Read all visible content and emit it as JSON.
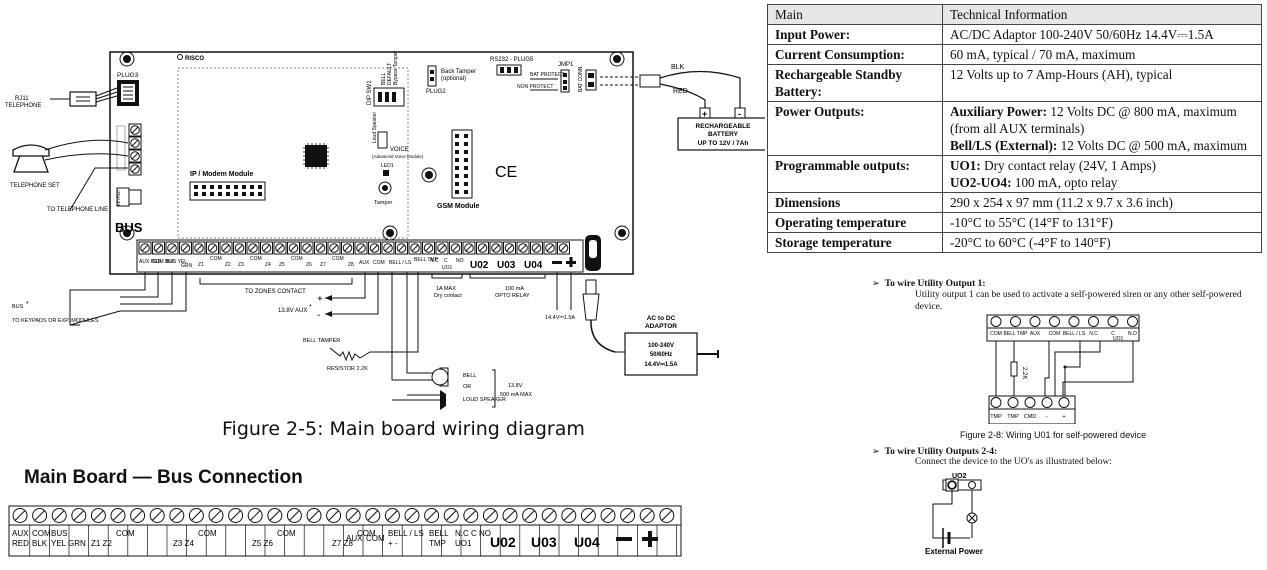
{
  "board": {
    "brand": "RISCO",
    "plug3": "PLUG3",
    "plug2": "PLUG2",
    "back_tamper": "Back Tamper",
    "back_tamper_opt": "(optional)",
    "rs232": "RS232 - PLUG5",
    "jmp1": "JMP1",
    "bat_protect": "BAT PROTECT",
    "non_protect": "NON PROTECT",
    "bat_conn": "BAT CONN.",
    "dip_sw1": "DIP SW1",
    "bell": "BELL",
    "default": "DEFAULT",
    "bypass_tamper": "Bypass Tamper",
    "loud_speaker": "Loud Speaker",
    "voice": "VOICE",
    "voice_sub": "(Advanced Voice Module)",
    "led1": "LED1",
    "tamper": "Tamper",
    "ip_module": "IP / Modem Module",
    "gsm_module": "GSM Module",
    "ce": "CE",
    "bus": "BUS",
    "keypad_conn": "KEYPAD"
  },
  "left": {
    "rj11": "RJ11",
    "telephone": "TELEPHONE",
    "telephone_set": "TELEPHONE SET",
    "to_tel_line": "TO TELEPHONE LINE",
    "bus_note": "BUS",
    "bus_note2": "TO KEYPADS OR EXP. MODULES",
    "bus_asterisk": "*"
  },
  "battery": {
    "blk": "BLK",
    "red": "RED",
    "label1": "RECHARGEABLE",
    "label2": "BATTERY",
    "label3": "UP TO 12V / 7Ah",
    "plus": "+",
    "minus": "-"
  },
  "terminals_top": {
    "aux_red": "AUX RED",
    "com_blk": "COM BLK",
    "bus_yel": "BUS YEL",
    "grn": "GRN",
    "z1": "Z1",
    "com1": "COM",
    "z2": "Z2",
    "z3": "Z3",
    "com2": "COM",
    "z4": "Z4",
    "z5": "Z5",
    "com3": "COM",
    "z6": "Z6",
    "z7": "Z7",
    "com4": "COM",
    "z8": "Z8",
    "aux": "AUX",
    "com": "COM",
    "bell_ls": "BELL / LS",
    "bell_tmp": "BELL TMP",
    "nc": "N.C",
    "c": "C",
    "no": "NO",
    "uo1": "UO1",
    "u02": "U02",
    "u03": "U03",
    "u04": "U04"
  },
  "wiring": {
    "to_zones": "TO ZONES CONTACT",
    "aux_v": "13.8V AUX",
    "aux_star": "*",
    "plus": "+",
    "minus": "-",
    "one_a_max": "1A MAX",
    "dry_contact": "Dry contact",
    "hundred_ma": "100 mA",
    "opto_relay": "OPTO RELAY",
    "voltage": "14.4V⎓1.5A",
    "bell_tamper": "BELL TAMPER",
    "resistor": "RESISTOR 2.2K",
    "bell": "BELL",
    "or": "OR",
    "loud_speaker": "LOUD SPEAKER",
    "bell_spec1": "13.8V",
    "bell_spec2": "500 mA MAX"
  },
  "adaptor": {
    "title1": "AC to DC",
    "title2": "ADAPTOR",
    "line1": "100-240V",
    "line2": "50/60Hz",
    "line3": "14.4V⎓1.5A"
  },
  "figure_caption": "Figure 2-5: Main board wiring diagram",
  "bus_section": {
    "title": "Main Board — Bus Connection",
    "cells": [
      {
        "a": "AUX",
        "b": "RED"
      },
      {
        "a": "COM",
        "b": "BLK"
      },
      {
        "a": "BUS",
        "b": "YEL  GRN"
      },
      {
        "a": "COM",
        "b": "Z1            Z2"
      },
      {
        "a": "COM",
        "b": "Z3            Z4"
      },
      {
        "a": "COM",
        "b": "Z5            Z6"
      },
      {
        "a": "COM",
        "b": "Z7            Z8"
      },
      {
        "a": "",
        "b": "AUX"
      },
      {
        "a": "",
        "b": "COM"
      },
      {
        "a": "BELL / LS",
        "b": "+     -"
      },
      {
        "a": "BELL",
        "b": "TMP"
      },
      {
        "a": "N.C   C   NO",
        "b": "UO1"
      },
      {
        "a": "",
        "b": "U02"
      },
      {
        "a": "",
        "b": "U03"
      },
      {
        "a": "",
        "b": "U04"
      }
    ]
  },
  "spec_table": {
    "header": [
      "Main",
      "Technical Information"
    ],
    "rows": [
      {
        "k": "Input Power:",
        "v": [
          "AC/DC Adaptor 100-240V 50/60Hz 14.4V⎓1.5A"
        ]
      },
      {
        "k": "Current Consumption:",
        "v": [
          "60 mA, typical / 70 mA, maximum"
        ]
      },
      {
        "k": "Rechargeable Standby Battery:",
        "v": [
          "12 Volts up to 7 Amp-Hours (AH), typical"
        ]
      },
      {
        "k": "Power Outputs:",
        "v_html": [
          {
            "b": "Auxiliary Power:",
            "t": " 12 Volts DC @ 800 mA, maximum (from all AUX terminals)"
          },
          {
            "b": "Bell/LS (External):",
            "t": " 12 Volts DC @ 500 mA, maximum"
          }
        ]
      },
      {
        "k": "Programmable outputs:",
        "v_html": [
          {
            "b": "UO1:",
            "t": " Dry contact relay (24V, 1 Amps)"
          },
          {
            "b": "UO2-UO4:",
            "t": " 100 mA, opto relay"
          }
        ]
      },
      {
        "k": "Dimensions",
        "v": [
          "290 x 254 x 97 mm (11.2 x 9.7 x 3.6 inch)"
        ]
      },
      {
        "k": "Operating temperature",
        "v": [
          "-10°C to 55°C (14°F to 131°F)"
        ]
      },
      {
        "k": "Storage temperature",
        "v": [
          "-20°C to 60°C (-4°F to 140°F)"
        ]
      }
    ]
  },
  "uo1_section": {
    "bullet": "To wire Utility Output 1:",
    "text": "Utility output 1 can be used to activate a self-powered siren or any other self-powered device.",
    "top_terms": [
      "COM",
      "BELL TMP",
      "AUX",
      "COM",
      "BELL / LS",
      "N.C",
      "C",
      "N.O"
    ],
    "uo1": "UO1",
    "resistor": "2.2K",
    "device_terms": [
      "TMP",
      "TMP",
      "CMD",
      "-",
      "+"
    ],
    "caption": "Figure 2-8: Wiring U01 for self-powered device"
  },
  "uo24_section": {
    "bullet": "To wire Utility Outputs 2-4:",
    "text": "Connect the device to the UO's as illustrated below:",
    "uo2": "UO2",
    "external_power": "External Power"
  }
}
